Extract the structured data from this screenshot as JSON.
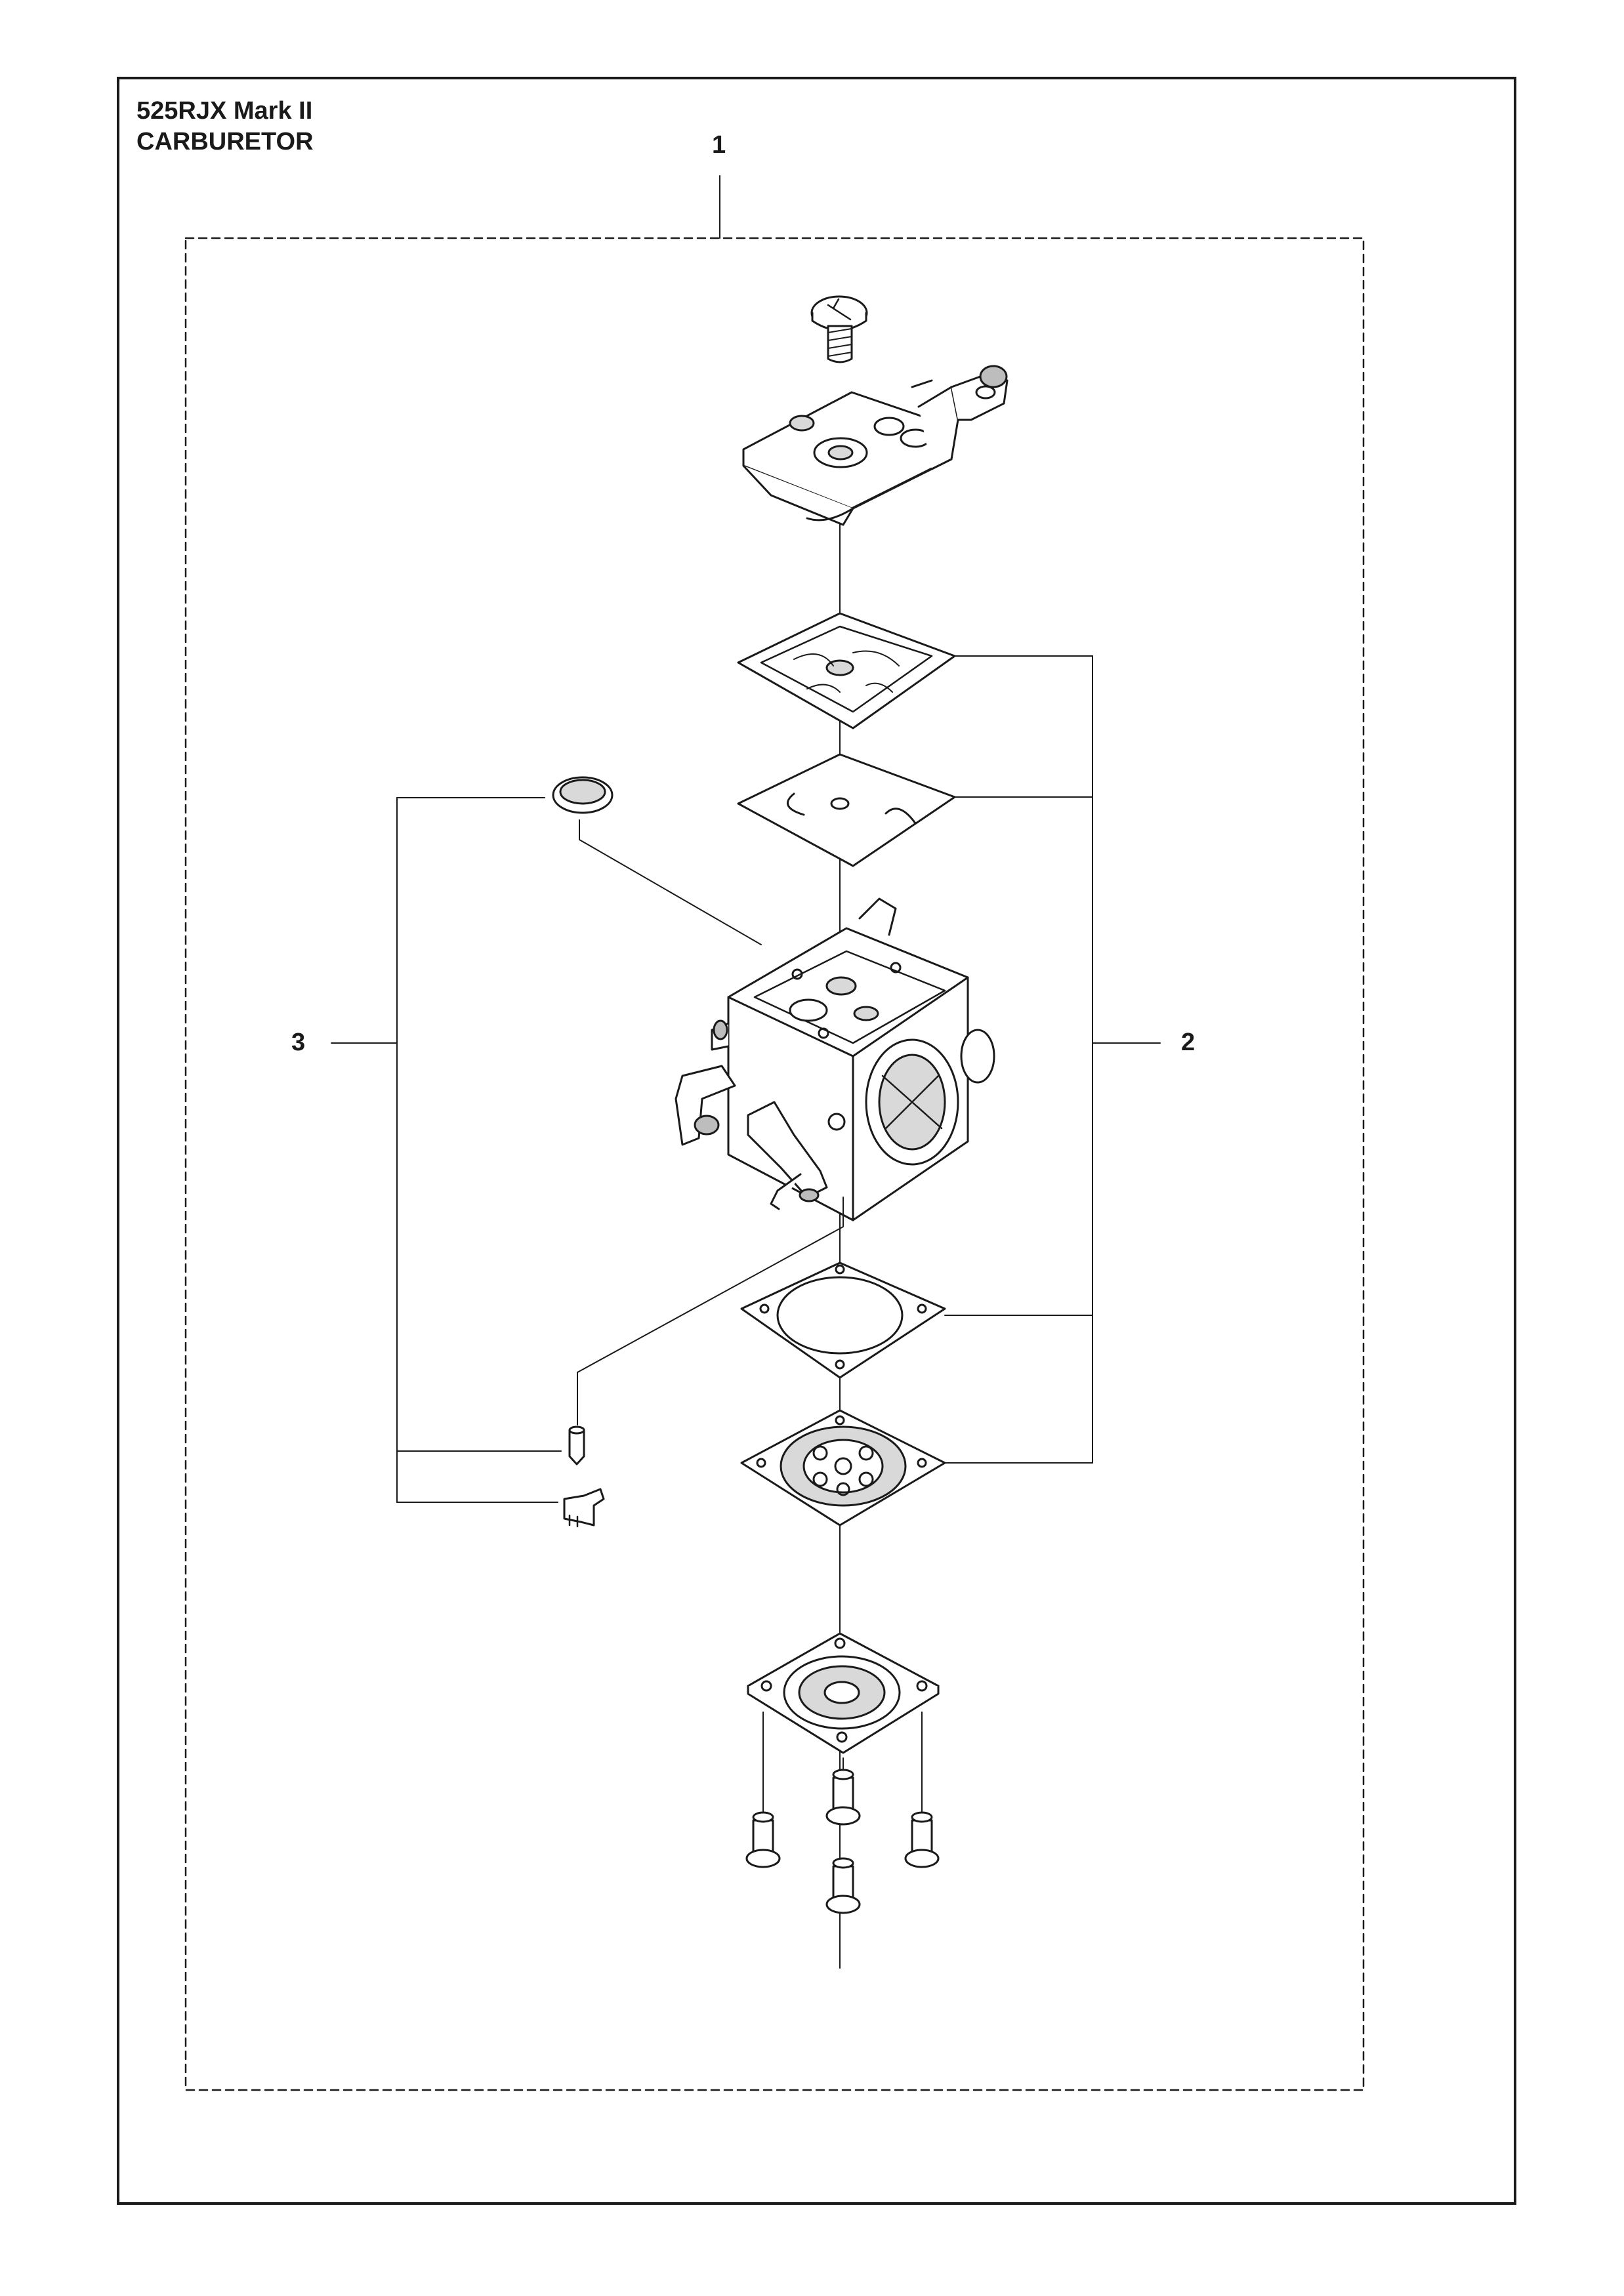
{
  "header": {
    "model": "525RJX Mark II",
    "section": "CARBURETOR"
  },
  "callouts": {
    "c1": "1",
    "c2": "2",
    "c3": "3"
  },
  "colors": {
    "ink": "#1a1a1a",
    "fill_light": "#d9d9d9",
    "fill_mid": "#bdbdbd"
  }
}
